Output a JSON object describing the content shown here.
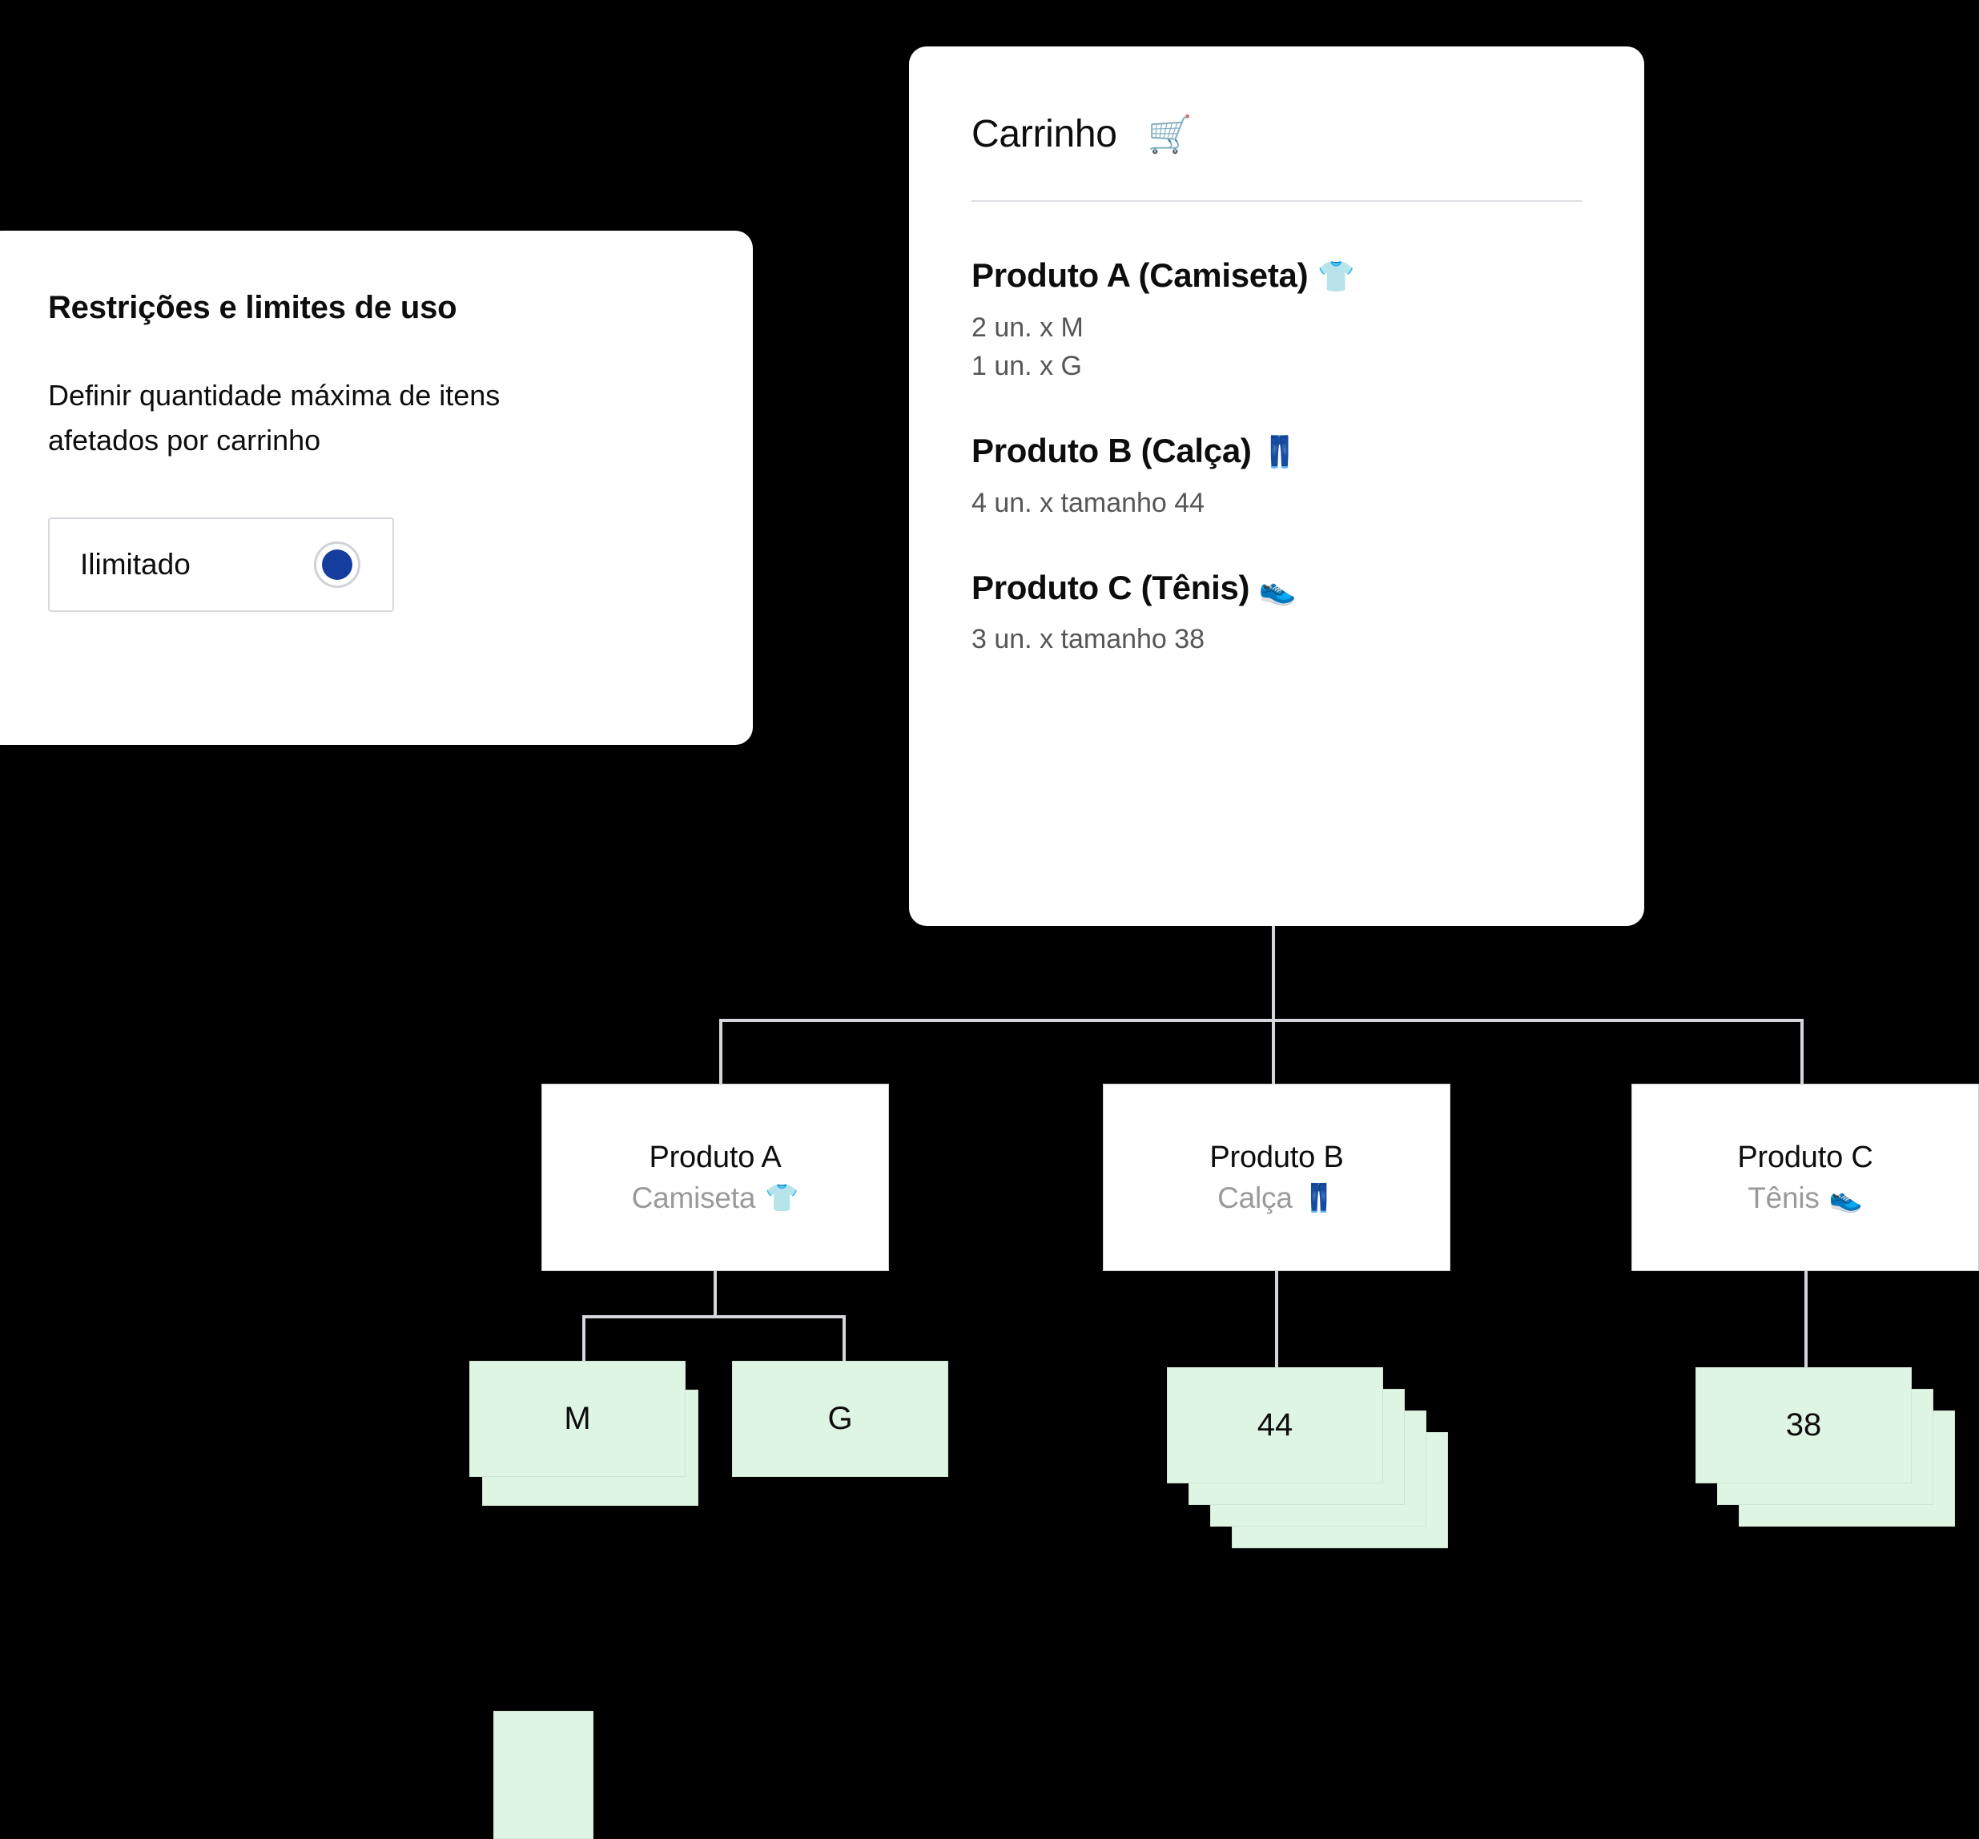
{
  "limits_panel": {
    "title": "Restrições e limites de uso",
    "description": "Definir quantidade máxima de itens afetados por carrinho",
    "selector": {
      "value": "Ilimitado",
      "radio_selected": true,
      "radio_color": "#153d9e"
    }
  },
  "cart_panel": {
    "title": "Carrinho",
    "title_icon": "shopping-cart-emoji",
    "title_icon_glyph": "🛒",
    "items": [
      {
        "name": "Produto A (Camiseta)",
        "icon": "t-shirt-emoji",
        "icon_glyph": "👕",
        "quantities": [
          "2 un. x M",
          "1 un. x G"
        ]
      },
      {
        "name": "Produto B (Calça)",
        "icon": "jeans-emoji",
        "icon_glyph": "👖",
        "quantities": [
          "4 un. x tamanho 44"
        ]
      },
      {
        "name": "Produto C (Tênis)",
        "icon": "running-shoe-emoji",
        "icon_glyph": "👟",
        "quantities": [
          "3 un. x  tamanho 38"
        ]
      }
    ]
  },
  "tree": {
    "nodes": [
      {
        "title": "Produto A",
        "subtitle": "Camiseta",
        "icon": "t-shirt-emoji",
        "icon_glyph": "👕"
      },
      {
        "title": "Produto B",
        "subtitle": "Calça",
        "icon": "jeans-emoji",
        "icon_glyph": "👖"
      },
      {
        "title": "Produto C",
        "subtitle": "Tênis",
        "icon": "running-shoe-emoji",
        "icon_glyph": "👟"
      }
    ],
    "size_stacks": [
      {
        "label": "M",
        "count": 2,
        "parent": "Produto A"
      },
      {
        "label": "G",
        "count": 1,
        "parent": "Produto A"
      },
      {
        "label": "44",
        "count": 4,
        "parent": "Produto B"
      },
      {
        "label": "38",
        "count": 3,
        "parent": "Produto C"
      }
    ],
    "card_color": "#dff5e3",
    "connector_color": "#d3d6da"
  }
}
